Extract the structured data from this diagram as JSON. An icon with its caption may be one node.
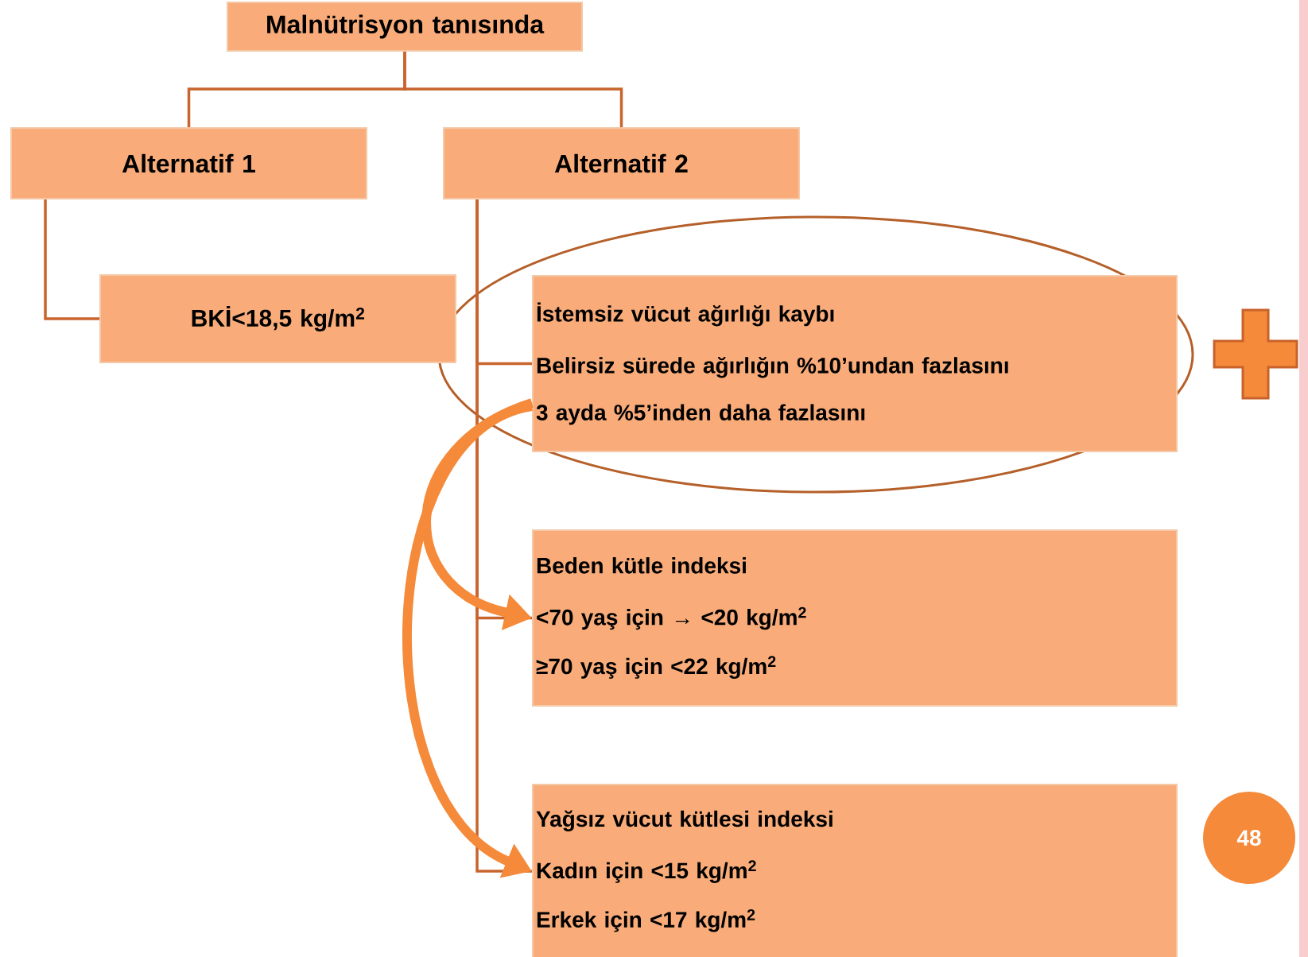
{
  "diagram": {
    "nodes": [
      {
        "text": [
          "Malnütrisyon tanısında"
        ]
      },
      {
        "text": [
          "Alternatif 1"
        ]
      },
      {
        "text": [
          "Alternatif 2"
        ]
      },
      {
        "text": [
          "BKİ<18,5 kg/m$^{2}$"
        ]
      },
      {
        "text": [
          "İstemsiz vücut ağırlığı kaybı",
          "Belirsiz sürede ağırlığın %10’undan fazlasını",
          "3 ayda %5’inden daha fazlasını"
        ]
      },
      {
        "text": [
          "Beden kütle indeksi",
          "<70 yaş için → <20 kg/m$^{2}$",
          "≥70 yaş için <22 kg/m$^{2}$"
        ]
      },
      {
        "text": [
          "Yağsız vücut kütlesi indeksi",
          "Kadın için <15 kg/m$^{2}$",
          "Erkek için <17 kg/m$^{2}$"
        ]
      },
      {
        "text": [
          "48"
        ]
      }
    ],
    "edges": [
      {
        "from": 0,
        "to": 1,
        "arrow": "none"
      },
      {
        "from": 0,
        "to": 2,
        "arrow": "none"
      },
      {
        "from": 1,
        "to": 3,
        "arrow": "none"
      },
      {
        "from": 2,
        "to": 4,
        "arrow": "none"
      },
      {
        "from": 2,
        "to": 5,
        "arrow": "none"
      },
      {
        "from": 2,
        "to": 6,
        "arrow": "none"
      },
      {
        "from": 4,
        "to": 5,
        "arrow": "to",
        "style": "thick",
        "color": "#f58a3a"
      },
      {
        "from": 4,
        "to": 6,
        "arrow": "to",
        "style": "thick",
        "color": "#f58a3a"
      }
    ]
  }
}
